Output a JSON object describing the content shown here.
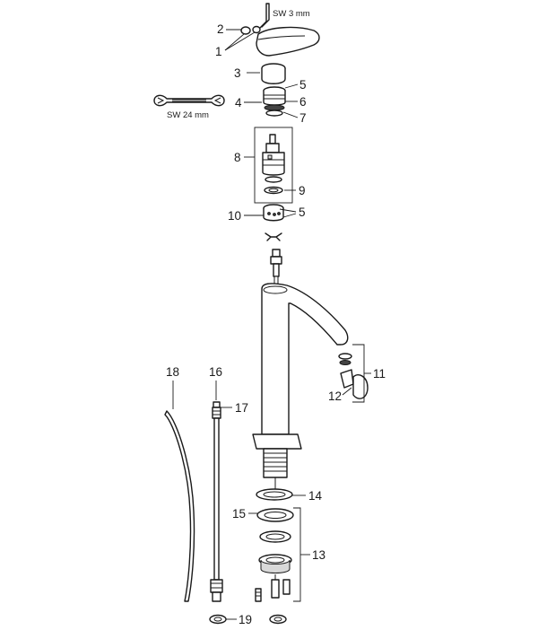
{
  "tools": {
    "hex_key": "SW 3 mm",
    "wrench": "SW 24 mm"
  },
  "callouts": {
    "c1": "1",
    "c2": "2",
    "c3": "3",
    "c4": "4",
    "c5a": "5",
    "c5b": "5",
    "c6": "6",
    "c7": "7",
    "c8": "8",
    "c9": "9",
    "c10": "10",
    "c11": "11",
    "c12": "12",
    "c13": "13",
    "c14": "14",
    "c15": "15",
    "c16": "16",
    "c17": "17",
    "c18": "18",
    "c19": "19"
  }
}
